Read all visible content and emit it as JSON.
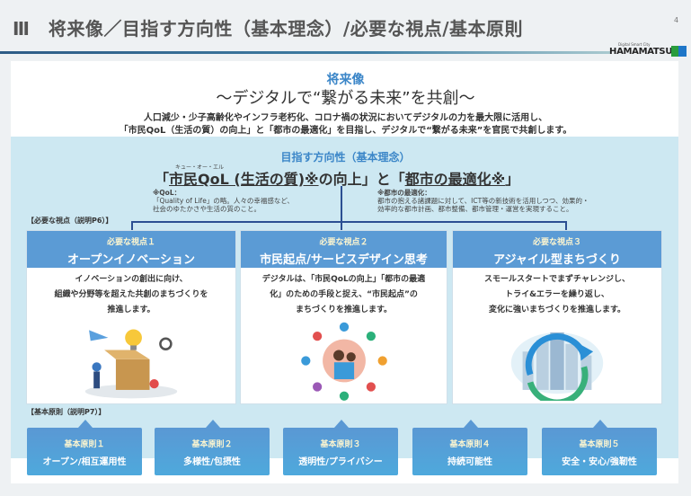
{
  "header": {
    "title": "Ⅲ　将来像／目指す方向性（基本理念）/必要な視点/基本原則",
    "page_number": "4",
    "logo_text": "HAMAMATSU",
    "logo_sub": "Digital Smart City"
  },
  "vision": {
    "label": "将来像",
    "subtitle": "～デジタルで“繋がる未来”を共創～",
    "lines": [
      "人口減少・少子高齢化やインフラ老朽化、コロナ禍の状況においてデジタルの力を最大限に活用し、",
      "「市民QoL（生活の質）の向上」と「都市の最適化」を目指し、デジタルで“繋がる未来”を官民で共創します。"
    ]
  },
  "direction": {
    "label": "目指す方向性（基本理念）",
    "ruby": "キュー・オー・エル",
    "main_prefix": "「",
    "main_part1": "市民QoL (生活の質)※",
    "main_mid": "の向上」と「",
    "main_part2": "都市の最適化※",
    "main_suffix": "」",
    "note1_title": "※QoL：",
    "note1_lines": [
      "「Quality of Life」の略。人々の幸福感など、",
      "社会のゆたかさや生活の質のこと。"
    ],
    "note2_title": "※都市の最適化：",
    "note2_lines": [
      "都市の抱える諸課題に対して、ICT等の新技術を活用しつつ、効果的・",
      "効率的な都市計画、都市整備、都市管理・運営を実現すること。"
    ]
  },
  "perspectives": {
    "section_label": "【必要な視点（説明P6）】",
    "items": [
      {
        "num": "必要な視点１",
        "title": "オープンイノベーション",
        "lines": [
          "イノベーションの創出に向け、",
          "組織や分野等を超えた共創のまちづくりを",
          "推進します。"
        ]
      },
      {
        "num": "必要な視点２",
        "title": "市民起点/サービスデザイン思考",
        "lines": [
          "デジタルは、「市民QoLの向上」「都市の最適",
          "化」のための手段と捉え、“市民起点”の",
          "まちづくりを推進します。"
        ]
      },
      {
        "num": "必要な視点３",
        "title": "アジャイル型まちづくり",
        "lines": [
          "スモールスタートでまずチャレンジし、",
          "トライ&エラーを繰り返し、",
          "変化に強いまちづくりを推進します。"
        ]
      }
    ]
  },
  "principles": {
    "section_label": "【基本原則（説明P7）】",
    "items": [
      {
        "num": "基本原則１",
        "title": "オープン/相互運用性"
      },
      {
        "num": "基本原則２",
        "title": "多様性/包摂性"
      },
      {
        "num": "基本原則３",
        "title": "透明性/プライバシー"
      },
      {
        "num": "基本原則４",
        "title": "持続可能性"
      },
      {
        "num": "基本原則５",
        "title": "安全・安心/強靭性"
      }
    ]
  }
}
